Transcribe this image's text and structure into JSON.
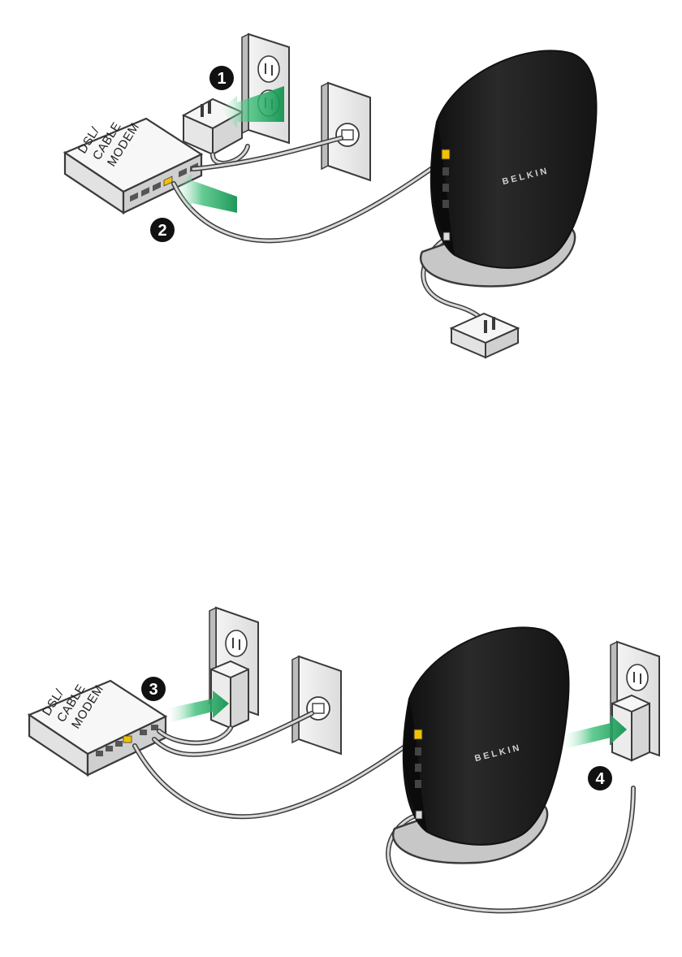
{
  "modem_label": {
    "line1": "DSL/",
    "line2": "CABLE",
    "line3": "MODEM"
  },
  "router_brand": "BELKIN",
  "steps": [
    "1",
    "2",
    "3",
    "4"
  ],
  "colors": {
    "arrow": "#1aa05a",
    "router_body": "#1b1b1b",
    "port_highlight": "#f2c200",
    "cable": "#bdbdbd",
    "device_outline": "#3a3a3a"
  },
  "icons": [
    "power-adapter-icon",
    "wall-outlet-icon",
    "phone-jack-icon",
    "modem-icon",
    "router-icon"
  ]
}
